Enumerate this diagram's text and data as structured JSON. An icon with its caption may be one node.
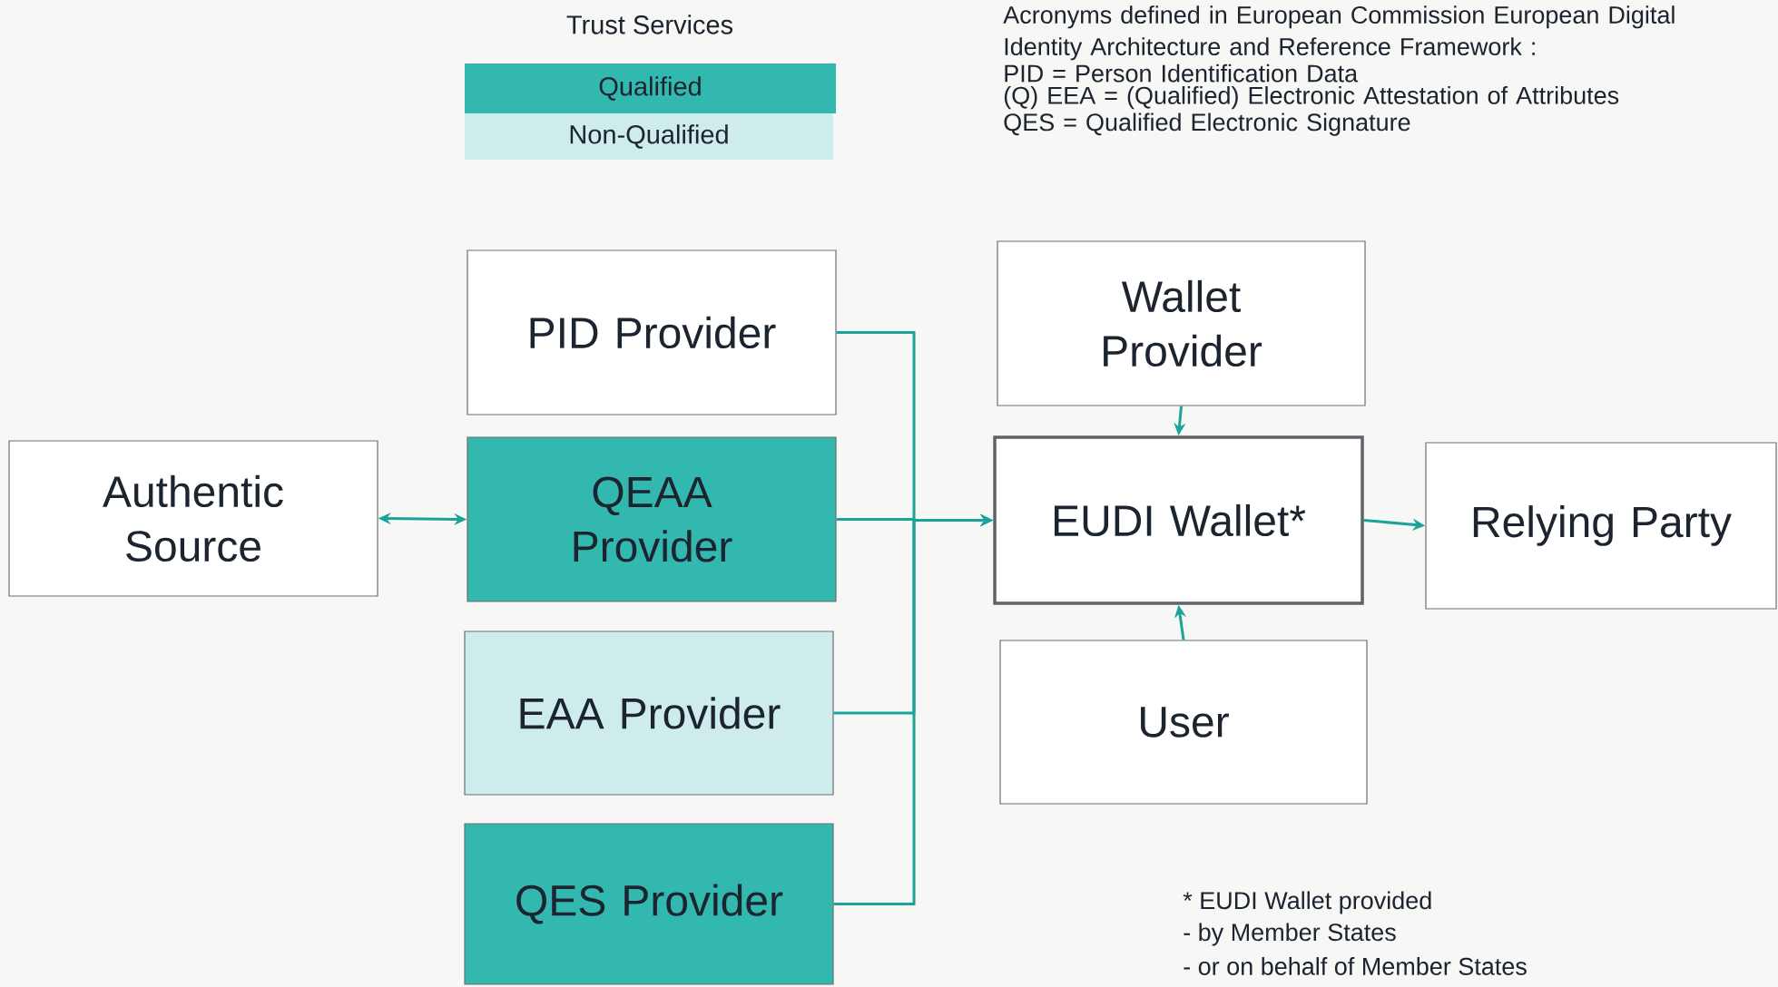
{
  "diagram": {
    "nodes": [
      {
        "text": [
          "PID Provider"
        ]
      },
      {
        "text": [
          "Authentic Source"
        ]
      },
      {
        "text": [
          "QEAA Provider"
        ]
      },
      {
        "text": [
          "EAA Provider"
        ]
      },
      {
        "text": [
          "QES Provider"
        ]
      },
      {
        "text": [
          "Wallet Provider"
        ]
      },
      {
        "text": [
          "EUDI Wallet*"
        ]
      },
      {
        "text": [
          "Relying Party"
        ]
      },
      {
        "text": [
          "User"
        ]
      }
    ],
    "edges": [
      {
        "from": 1,
        "to": 2,
        "arrow": "both"
      },
      {
        "from": 0,
        "to": 6,
        "arrow": "to"
      },
      {
        "from": 2,
        "to": 6,
        "arrow": "to"
      },
      {
        "from": 3,
        "to": 6,
        "arrow": "to"
      },
      {
        "from": 4,
        "to": 6,
        "arrow": "to"
      },
      {
        "from": 5,
        "to": 6,
        "arrow": "to"
      },
      {
        "from": 8,
        "to": 6,
        "arrow": "to"
      },
      {
        "from": 6,
        "to": 7,
        "arrow": "to"
      }
    ],
    "labels": [
      "Trust Services",
      "Acronyms defined in European Commission European Digital Identity Architecture and Reference Framework :",
      "PID = Person Identification Data",
      "(Q) EEA = (Qualified) Electronic Attestation of Attributes",
      "QES = Qualified Electronic Signature",
      "* EUDI Wallet provided",
      "- by Member States",
      "- or on behalf of Member States"
    ],
    "legend": [
      {
        "text": "Qualified",
        "color": "#33b8b0"
      },
      {
        "text": "Non-Qualified",
        "color": "#cdeceb"
      }
    ]
  }
}
